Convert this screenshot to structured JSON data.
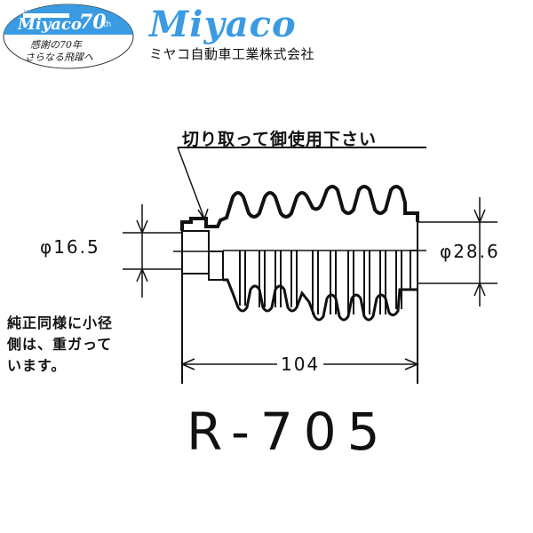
{
  "header": {
    "badge": {
      "years": "1945-2015",
      "brand": "Miyaco",
      "anniversary": "70",
      "suffix": "th",
      "line1": "感謝の70年",
      "line2": "さらなる飛躍へ",
      "color": "#3a9be3"
    },
    "brand_name": "Miyaco",
    "company_name": "ミヤコ自動車工業株式会社",
    "brand_color": "#3a9be3"
  },
  "drawing": {
    "cut_note": "切り取って御使用下さい",
    "small_dia": "φ16.5",
    "large_dia": "φ28.6",
    "length": "104",
    "side_note_lines": [
      "純正同様に小径",
      "側は、重ガって",
      "います。"
    ],
    "part_number": "R-705"
  }
}
